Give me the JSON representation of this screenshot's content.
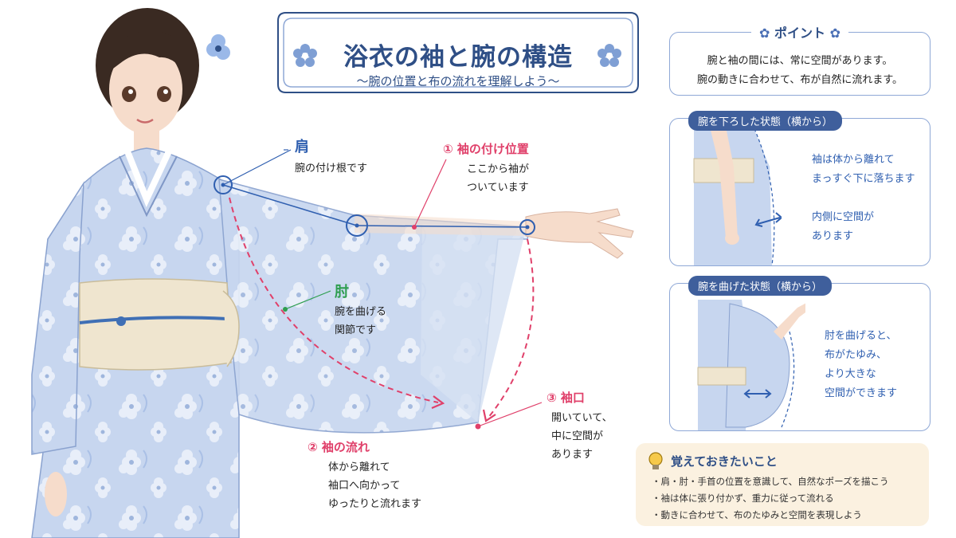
{
  "title": "浴衣の袖と腕の構造",
  "subtitle": "〜腕の位置と布の流れを理解しよう〜",
  "point": {
    "heading": "ポイント",
    "lines": [
      "腕と袖の間には、常に空間があります。",
      "腕の動きに合わせて、布が自然に流れます。"
    ]
  },
  "labels": {
    "shoulder": {
      "title": "肩",
      "lines": [
        "腕の付け根です"
      ]
    },
    "attach": {
      "title": "① 袖の付け位置",
      "lines": [
        "ここから袖が",
        "ついています"
      ]
    },
    "elbow": {
      "title": "肘",
      "lines": [
        "腕を曲げる",
        "関節です"
      ]
    },
    "cuff": {
      "title": "③ 袖口",
      "lines": [
        "開いていて、",
        "中に空間が",
        "あります"
      ]
    },
    "flow": {
      "title": "② 袖の流れ",
      "lines": [
        "体から離れて",
        "袖口へ向かって",
        "ゆったりと流れます"
      ]
    }
  },
  "panel_down": {
    "tab": "腕を下ろした状態（横から）",
    "note1": [
      "袖は体から離れて",
      "まっすぐ下に落ちます"
    ],
    "note2": [
      "内側に空間が",
      "あります"
    ]
  },
  "panel_bent": {
    "tab": "腕を曲げた状態（横から）",
    "note": [
      "肘を曲げると、",
      "布がたゆみ、",
      "より大きな",
      "空間ができます"
    ]
  },
  "remember": {
    "title": "覚えておきたいこと",
    "items": [
      "・肩・肘・手首の位置を意識して、自然なポーズを描こう",
      "・袖は体に張り付かず、重力に従って流れる",
      "・動きに合わせて、布のたゆみと空間を表現しよう"
    ]
  },
  "colors": {
    "navy": "#2f4f86",
    "pink": "#e0406a",
    "green": "#2e9e4f",
    "blue": "#2f5fb0",
    "fabric": "#c9d7f0",
    "obi": "#efe5cf"
  }
}
